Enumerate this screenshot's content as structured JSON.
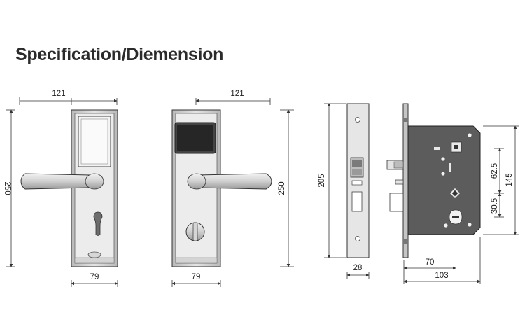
{
  "title": "Specification/Diemension",
  "colors": {
    "line": "#333333",
    "plate": "#c9c9c9",
    "plate_inner": "#e8e8e8",
    "dark": "#5a5a5a",
    "screen": "#2a2a2a"
  },
  "front_view": {
    "width_top": "121",
    "height": "250",
    "width_bottom": "79"
  },
  "back_view": {
    "width_top": "121",
    "height": "250",
    "width_bottom": "79"
  },
  "side_view": {
    "height": "205",
    "thickness": "28"
  },
  "mortise": {
    "height": "145",
    "lower": "30.5",
    "upper": "62.5",
    "backset": "70",
    "depth": "103"
  }
}
